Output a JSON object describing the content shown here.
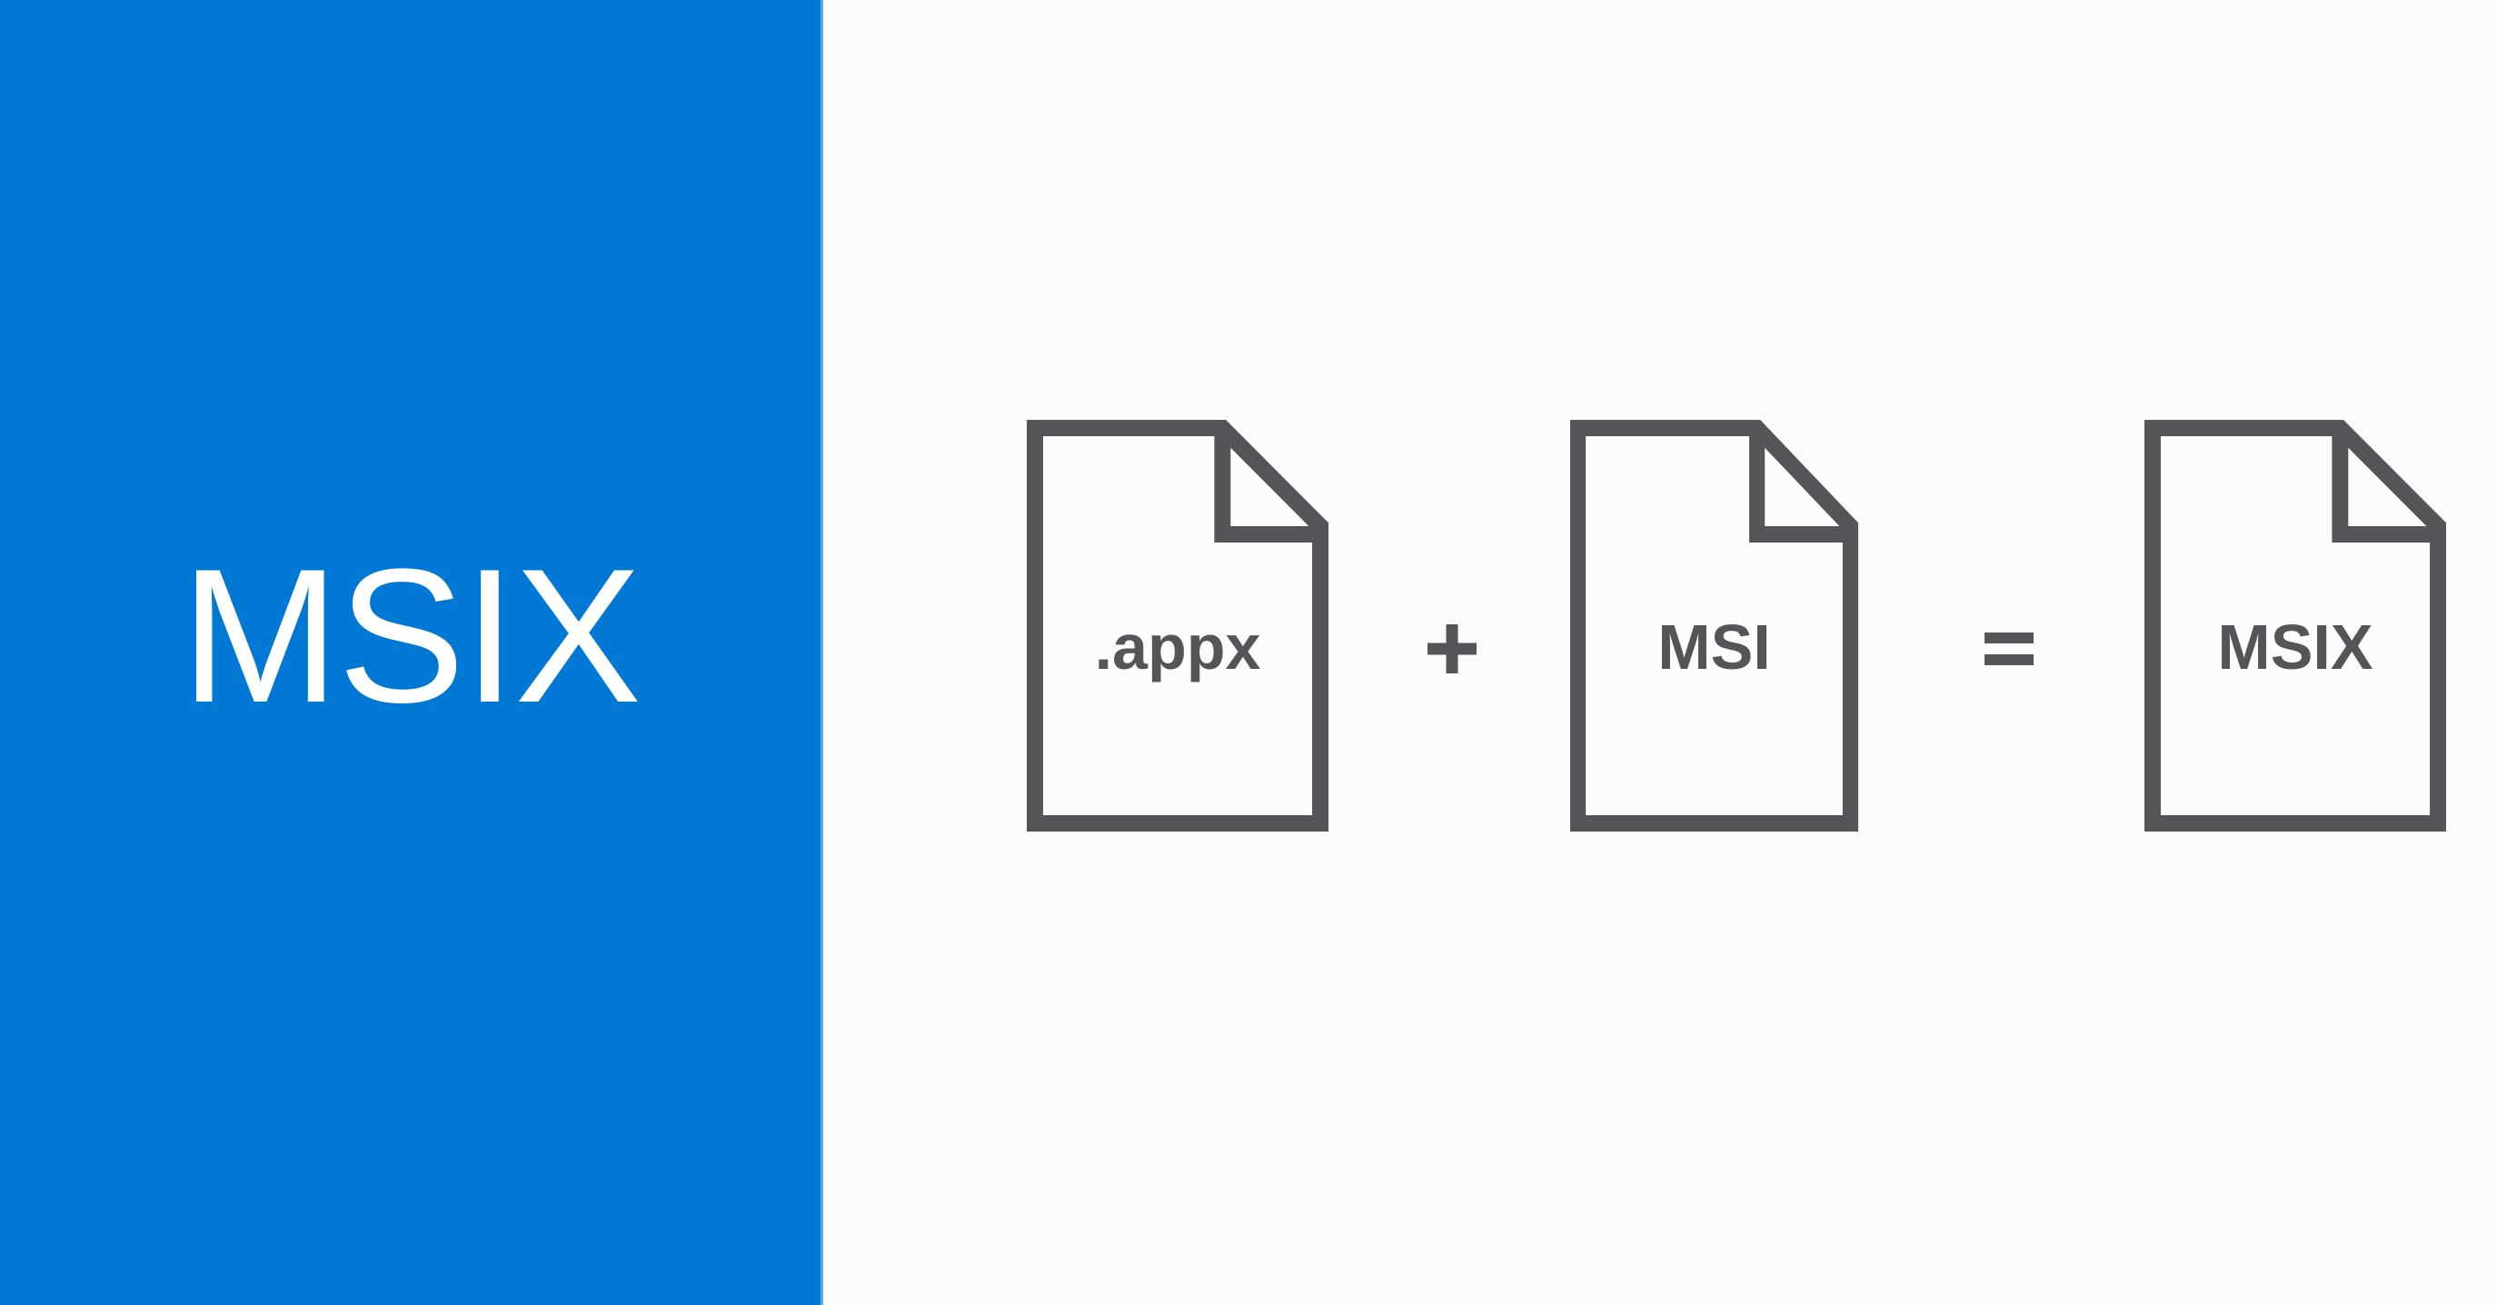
{
  "panel": {
    "headline": "MSIX"
  },
  "equation": {
    "files": [
      {
        "label": ".appx"
      },
      {
        "label": "MSI"
      },
      {
        "label": "MSIX"
      }
    ],
    "operators": [
      {
        "icon": "plus-icon",
        "symbol": "+"
      },
      {
        "icon": "equals-icon",
        "symbol": "="
      }
    ]
  },
  "colors": {
    "panel_blue": "#0078D4",
    "panel_edge_light_blue": "#5BADE9",
    "background": "#FBFBFB",
    "icon_stroke_gray": "#545559",
    "label_gray": "#545559",
    "headline_white": "#FFFFFF"
  }
}
